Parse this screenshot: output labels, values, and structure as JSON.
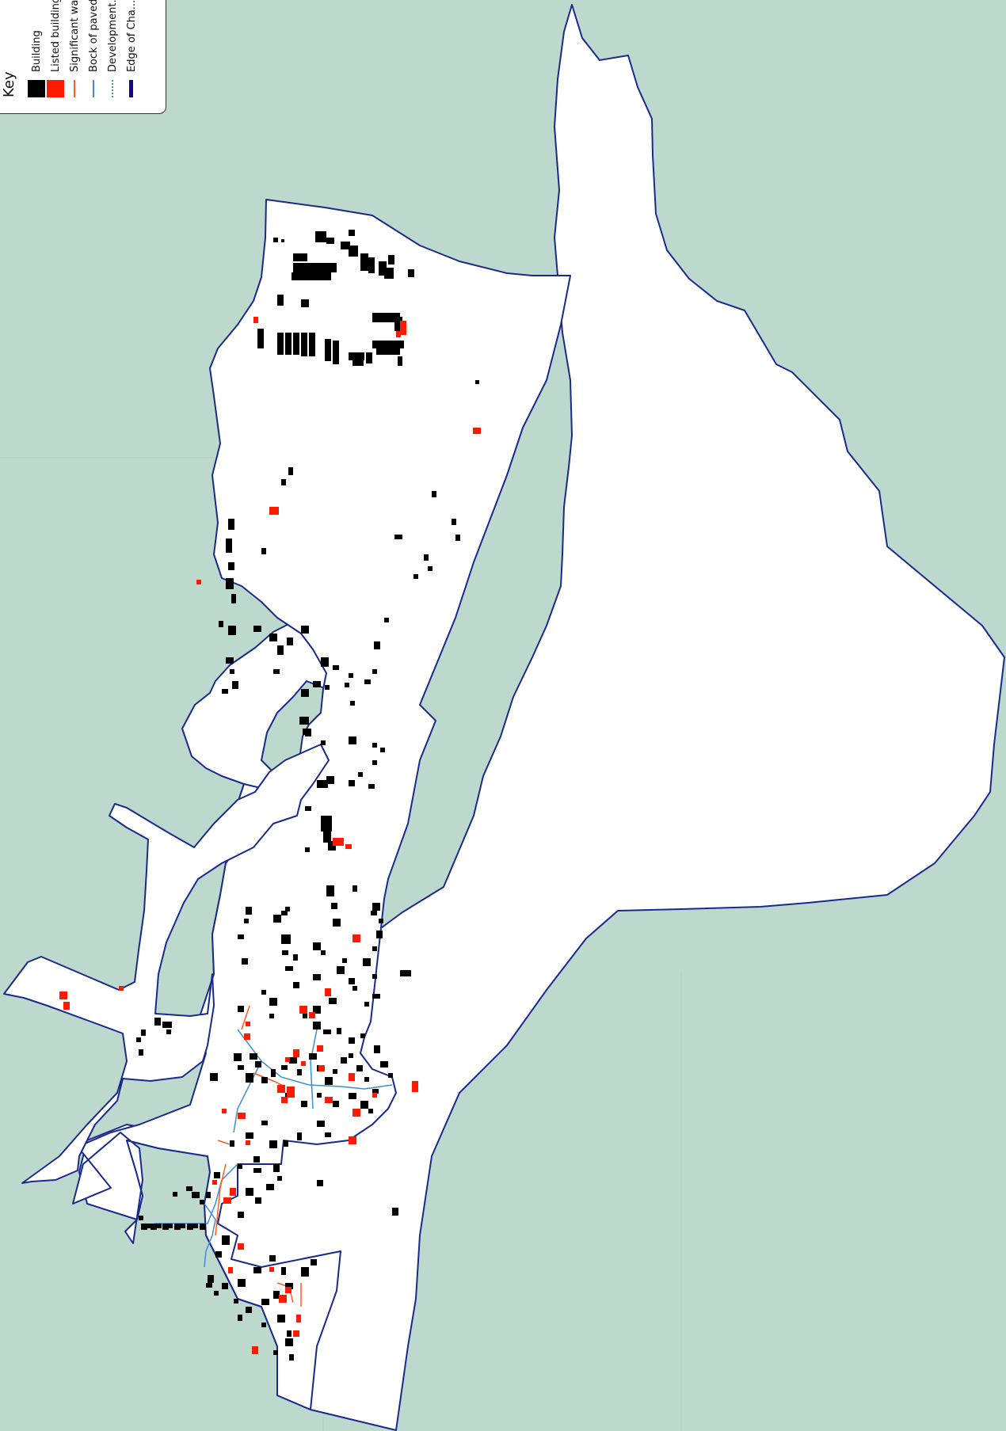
{
  "legend": {
    "title": "Key",
    "items": [
      {
        "label": "Building",
        "symbol": "black-fill"
      },
      {
        "label": "Listed building",
        "symbol": "red-fill"
      },
      {
        "label": "Significant wall",
        "symbol": "orange-line"
      },
      {
        "label": "Bock of paved ...",
        "symbol": "blue-line"
      },
      {
        "label": "Development...",
        "symbol": "dotted-blue-line"
      },
      {
        "label": "Edge of Cha...",
        "symbol": "navy-line"
      }
    ]
  },
  "colors": {
    "background": "#bdd8cc",
    "area_fill": "#ffffff",
    "boundary": "#1a2a8c",
    "building": "#000000",
    "listed_building": "#ff1a00",
    "significant_wall": "#ff5a1f",
    "paved": "#3a8fd6"
  }
}
